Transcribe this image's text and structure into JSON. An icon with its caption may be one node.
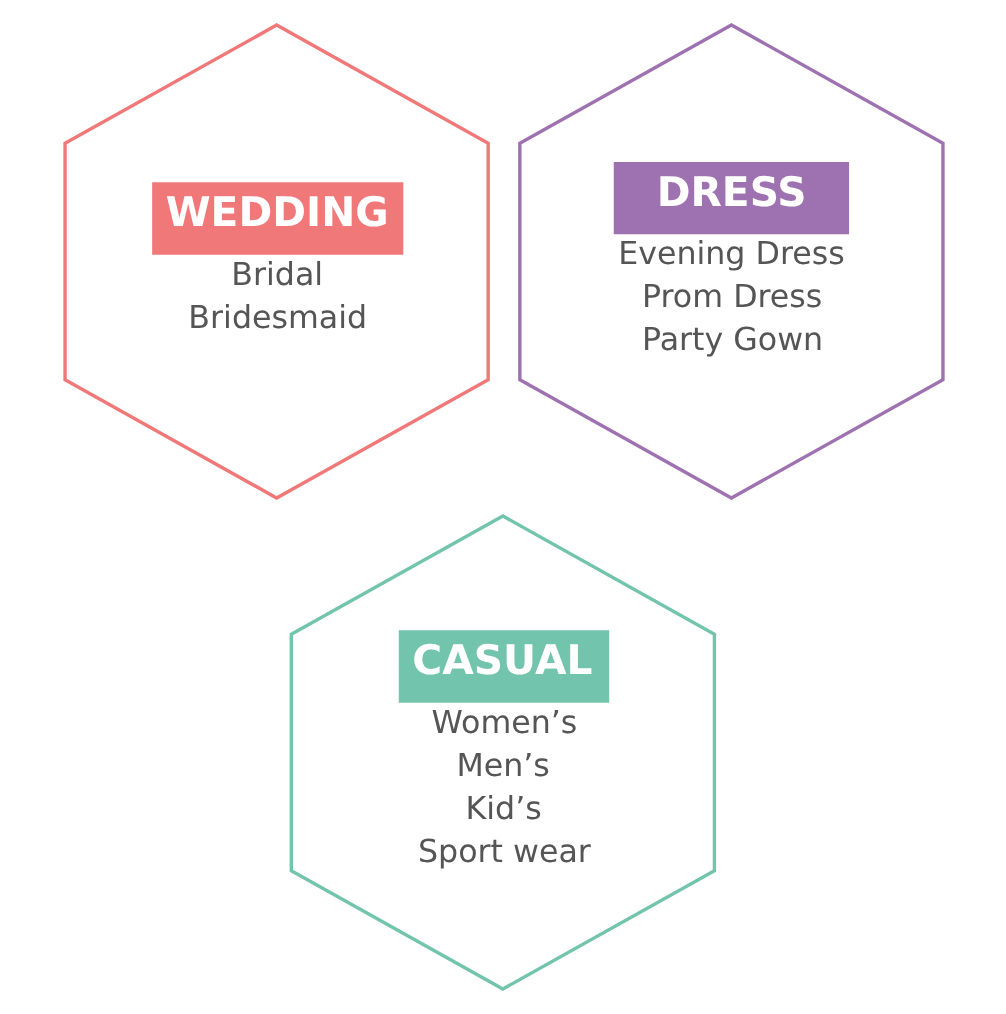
{
  "diagram": {
    "nodes": [
      {
        "text": [
          "WEDDING",
          "Bridal",
          "Bridesmaid"
        ]
      },
      {
        "text": [
          "DRESS",
          "Evening Dress",
          "Prom Dress",
          "Party Gown"
        ]
      },
      {
        "text": [
          "CASUAL",
          "Women’s",
          "Men’s",
          "Kid’s",
          "Sport wear"
        ]
      }
    ]
  }
}
